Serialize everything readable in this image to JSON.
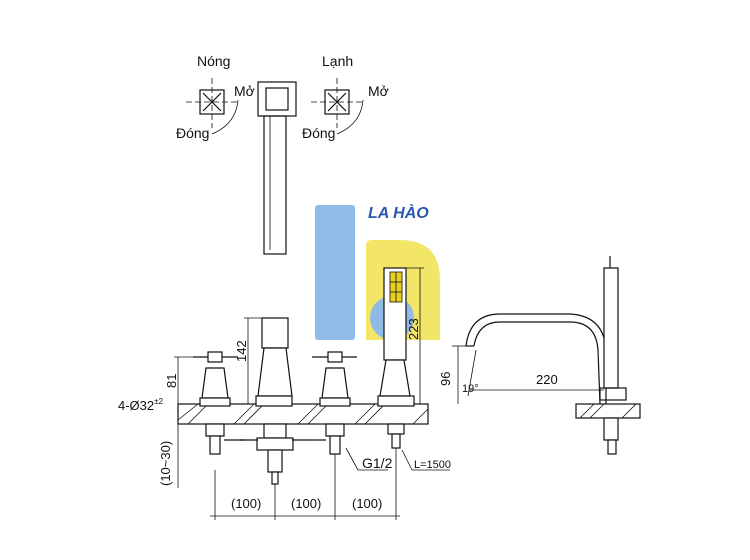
{
  "watermark": {
    "text": "LA HÀO",
    "colors": {
      "blue": "#8cb8e6",
      "yellow": "#f2e460",
      "text": "#1e4fa8"
    }
  },
  "handles": {
    "hot": {
      "title": "Nóng",
      "open": "Mở",
      "close": "Đóng"
    },
    "cold": {
      "title": "Lạnh",
      "open": "Mở",
      "close": "Đóng"
    }
  },
  "dimensions": {
    "spout_height": "142",
    "handle_height": "81",
    "shower_height": "223",
    "holes": "4-Ø32",
    "holes_tolerance": "±2",
    "deck_thickness": "(10~30)",
    "spacing": [
      "(100)",
      "(100)",
      "(100)"
    ],
    "side_height": "96",
    "side_reach": "220",
    "angle": "19°"
  },
  "connection": "G1/2",
  "hose_length": "L=1500"
}
